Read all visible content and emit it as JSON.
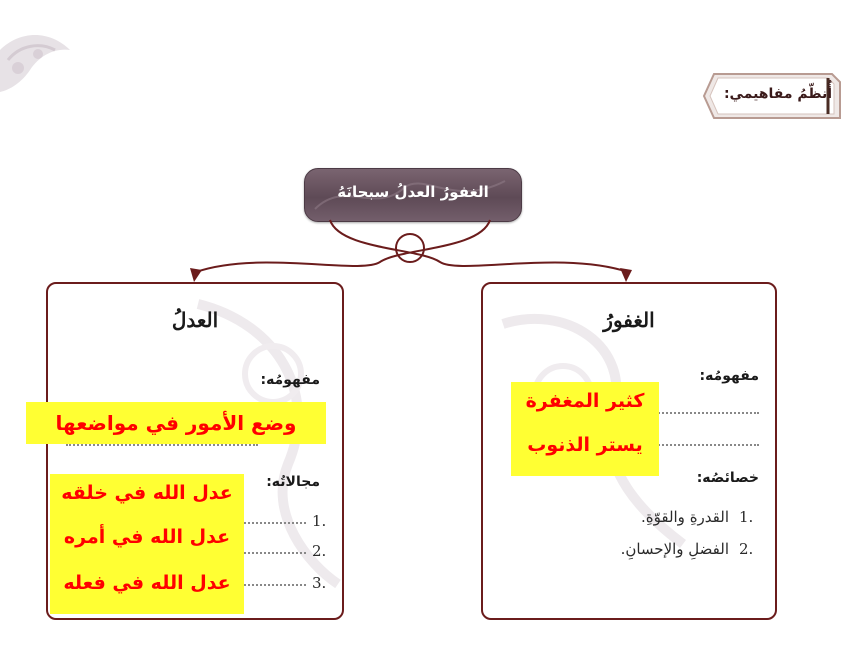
{
  "tag": {
    "label": "أُنظّمُ مفاهيمي:"
  },
  "header": {
    "title": "الغفورُ العدلُ سبحانَهُ"
  },
  "left_card": {
    "title": "العدلُ",
    "concept_label": "مفهومُه:",
    "concept_answer": "وضع الأمور في مواضعها",
    "fields_label": "مجالاتُه:",
    "fields": [
      {
        "num": "1.",
        "answer": "عدل الله في خلقه"
      },
      {
        "num": "2.",
        "answer": "عدل الله في أمره"
      },
      {
        "num": "3.",
        "answer": "عدل الله في فعله"
      }
    ]
  },
  "right_card": {
    "title": "الغفورُ",
    "concept_label": "مفهومُه:",
    "concept_answers": [
      "كثير المغفرة",
      "يستر الذنوب"
    ],
    "traits_label": "خصائصُه:",
    "traits": [
      {
        "num": "1.",
        "text": "القدرةِ والقوّةِ."
      },
      {
        "num": "2.",
        "text": "الفضلِ والإحسانِ."
      }
    ]
  },
  "colors": {
    "highlight": "#ffff33",
    "answer_text": "#ff0000",
    "card_border": "#6b1c1c",
    "header_bg": "#6a5562"
  }
}
